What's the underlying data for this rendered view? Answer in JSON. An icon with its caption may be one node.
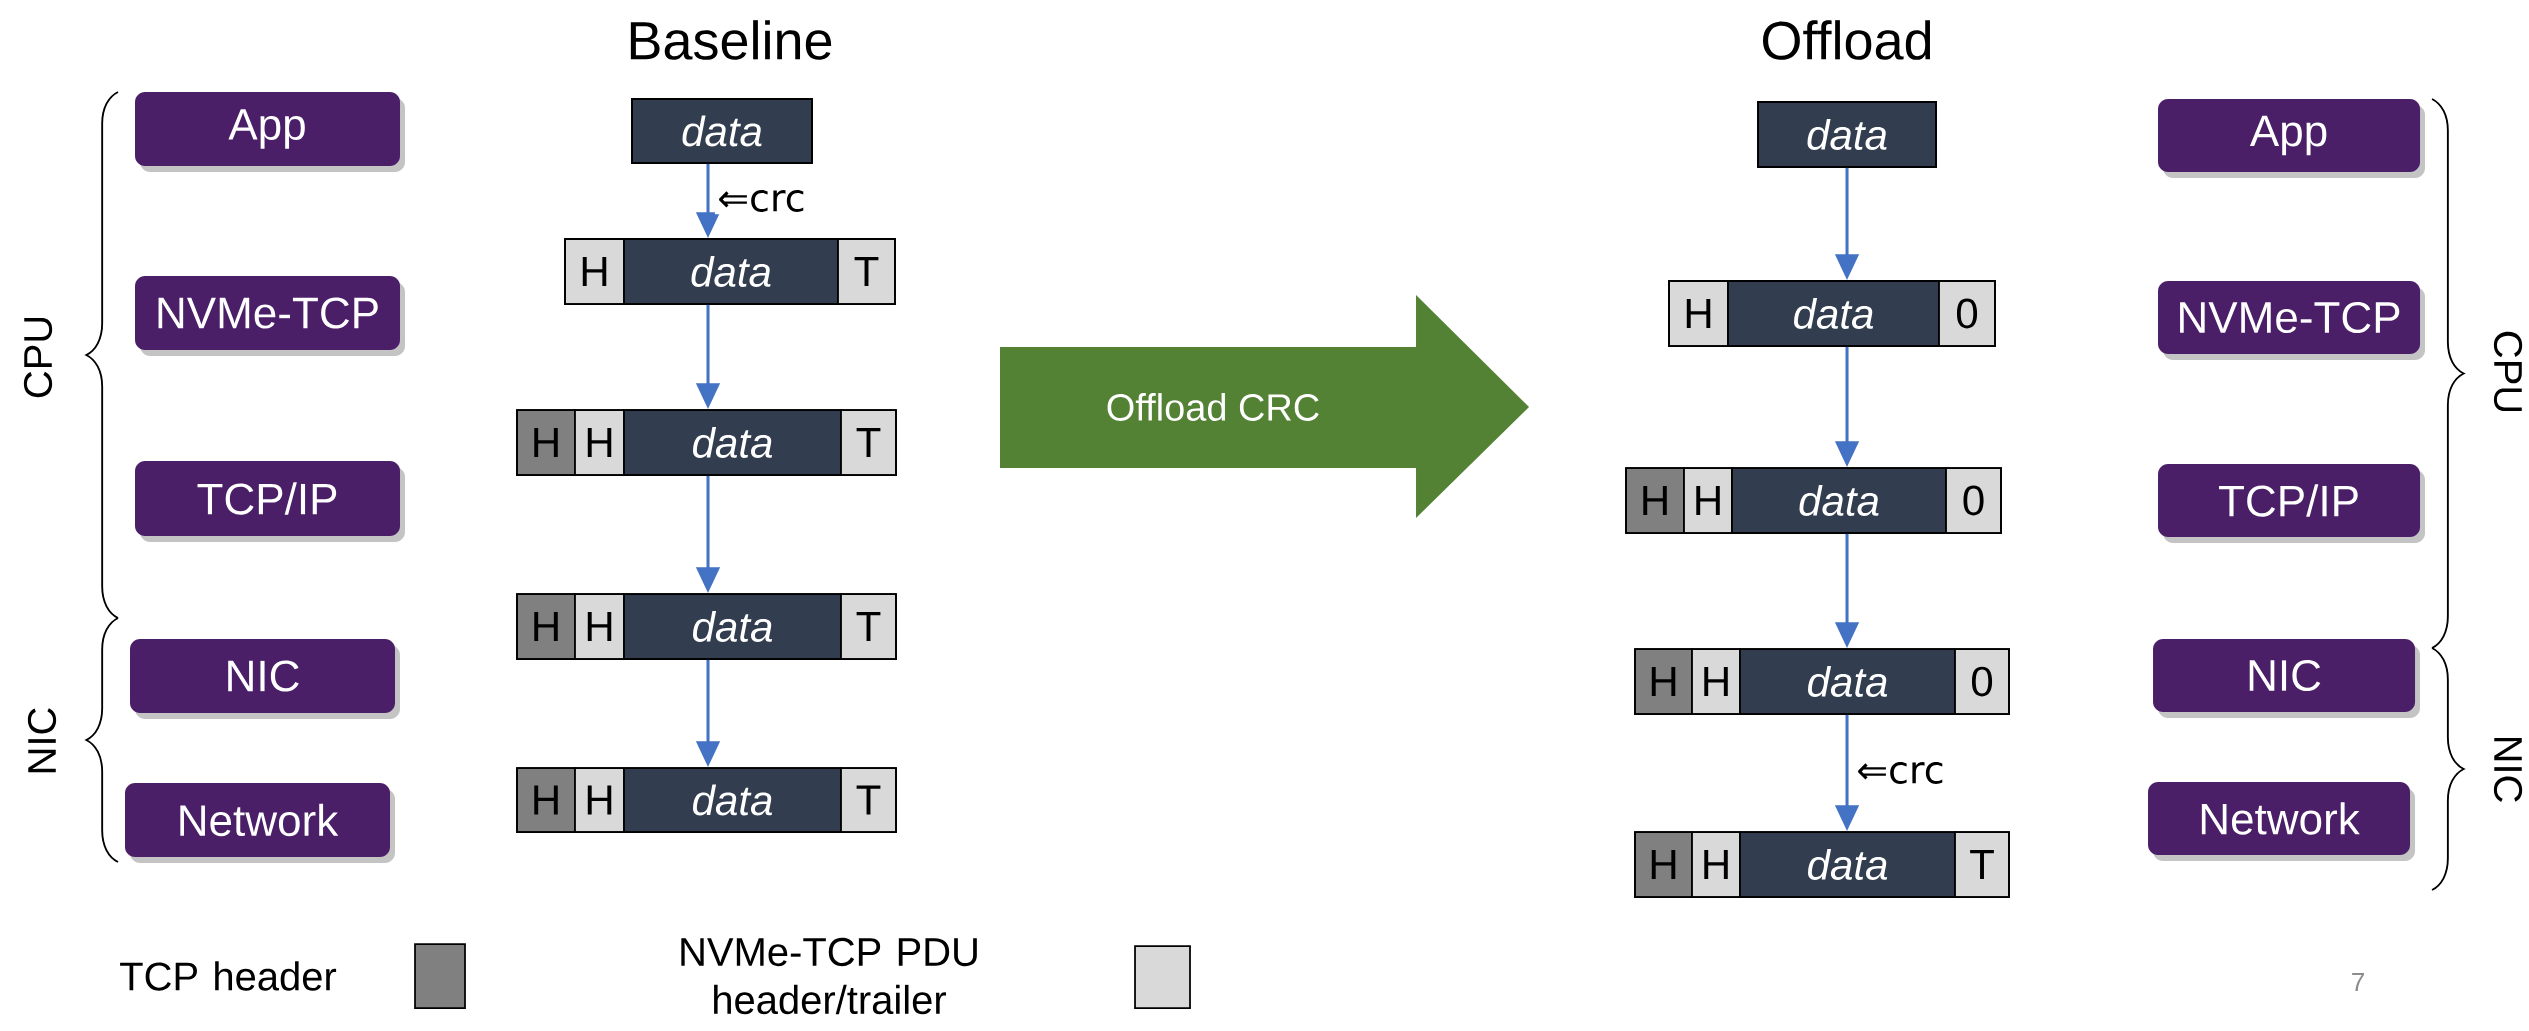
{
  "diagram": {
    "nodes": [
      {
        "text": [
          "App"
        ]
      },
      {
        "text": [
          "NVMe-TCP"
        ]
      },
      {
        "text": [
          "TCP/IP"
        ]
      },
      {
        "text": [
          "NIC"
        ]
      },
      {
        "text": [
          "Network"
        ]
      },
      {
        "text": [
          "data"
        ]
      },
      {
        "text": [
          "H",
          "data",
          "T"
        ]
      },
      {
        "text": [
          "H",
          "H",
          "data",
          "T"
        ]
      },
      {
        "text": [
          "H",
          "H",
          "data",
          "T"
        ]
      },
      {
        "text": [
          "H",
          "H",
          "data",
          "T"
        ]
      },
      {
        "text": [
          "Offload CRC"
        ]
      },
      {
        "text": [
          "data"
        ]
      },
      {
        "text": [
          "H",
          "data",
          "0"
        ]
      },
      {
        "text": [
          "H",
          "H",
          "data",
          "0"
        ]
      },
      {
        "text": [
          "H",
          "H",
          "data",
          "0"
        ]
      },
      {
        "text": [
          "H",
          "H",
          "data",
          "T"
        ]
      },
      {
        "text": [
          "App"
        ]
      },
      {
        "text": [
          "NVMe-TCP"
        ]
      },
      {
        "text": [
          "TCP/IP"
        ]
      },
      {
        "text": [
          "NIC"
        ]
      },
      {
        "text": [
          "Network"
        ]
      }
    ],
    "edges": [
      {
        "from": 5,
        "to": 6,
        "arrow": "to",
        "label": "⇐crc"
      },
      {
        "from": 6,
        "to": 7,
        "arrow": "to"
      },
      {
        "from": 7,
        "to": 8,
        "arrow": "to"
      },
      {
        "from": 8,
        "to": 9,
        "arrow": "to"
      },
      {
        "from": 11,
        "to": 12,
        "arrow": "to"
      },
      {
        "from": 12,
        "to": 13,
        "arrow": "to"
      },
      {
        "from": 13,
        "to": 14,
        "arrow": "to"
      },
      {
        "from": 14,
        "to": 15,
        "arrow": "to",
        "label": "⇐crc"
      }
    ],
    "labels": [
      "Baseline",
      "Offload",
      "CPU",
      "NIC",
      "CPU",
      "NIC",
      "7"
    ],
    "legend": [
      {
        "text": "TCP header",
        "color": "#808080"
      },
      {
        "text": "NVMe-TCP PDU header/trailer",
        "color": "#d9d9d9"
      }
    ]
  }
}
